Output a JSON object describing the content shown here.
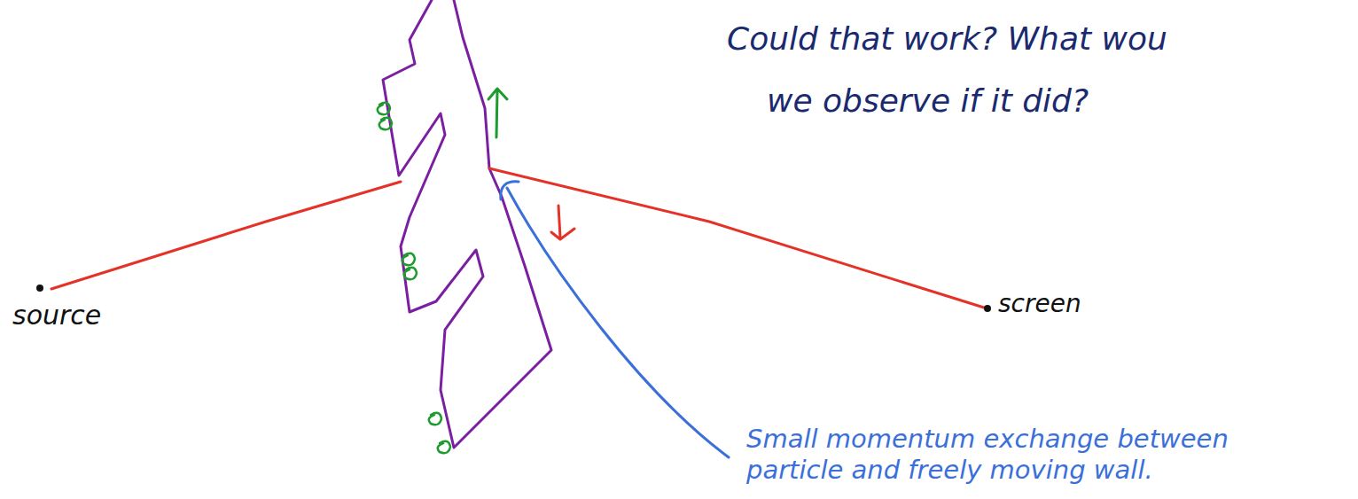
{
  "diagram": {
    "labels": [
      "Could that work? What wou",
      "we observe if it did?",
      "source",
      "screen",
      "Small momentum exchange between particle and freely moving wall."
    ]
  }
}
